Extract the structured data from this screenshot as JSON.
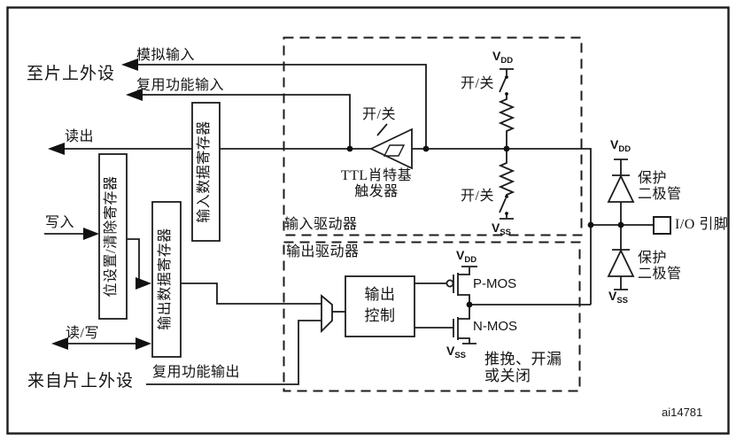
{
  "figure_id": "ai14781",
  "power": {
    "v": "V",
    "dd": "DD",
    "ss": "SS"
  },
  "left": {
    "to_peripheral": "至片上外设",
    "analog_input": "模拟输入",
    "alt_function_input": "复用功能输入",
    "read": "读出",
    "write": "写入",
    "read_write": "读/写",
    "from_peripheral": "来自片上外设",
    "alt_function_output": "复用功能输出"
  },
  "registers": {
    "bit_set_clear": "位设置/清除寄存器",
    "output_data": "输出数据寄存器",
    "input_data": "输入数据寄存器"
  },
  "input_driver": {
    "label": "输入驱动器",
    "on_off": "开/关",
    "schmitt_line1": "TTL肖特基",
    "schmitt_line2": "触发器"
  },
  "output_driver": {
    "label": "输出驱动器",
    "control_line1": "输出",
    "control_line2": "控制",
    "pmos": "P-MOS",
    "nmos": "N-MOS",
    "mode_line1": "推挽、开漏",
    "mode_line2": "或关闭"
  },
  "io": {
    "protect_line1": "保护",
    "protect_line2": "二极管",
    "pin": "I/O 引脚"
  }
}
